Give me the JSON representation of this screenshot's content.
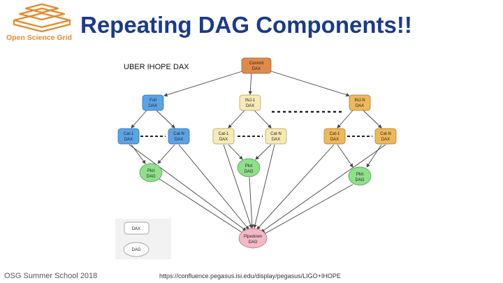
{
  "header": {
    "logo_text": "Open Science Grid",
    "title": "Repeating DAG Components!!"
  },
  "diagram": {
    "heading": "UBER IHOPE DAX",
    "nodes": {
      "commit": [
        "Commit",
        "DAX"
      ],
      "full": [
        "Full",
        "DAX"
      ],
      "inj1": [
        "INJ-1",
        "DAX"
      ],
      "injn": [
        "INJ-N",
        "DAX"
      ],
      "cat1_a": [
        "Cat-1",
        "DAX"
      ],
      "catn_a": [
        "Cat-N",
        "DAX"
      ],
      "cat1_b": [
        "Cat-1",
        "DAX"
      ],
      "catn_b": [
        "Cat-N",
        "DAX"
      ],
      "cat1_c": [
        "Cat-1",
        "DAX"
      ],
      "catn_c": [
        "Cat-N",
        "DAX"
      ],
      "plot_a": [
        "Plot",
        "DAG"
      ],
      "plot_b": [
        "Plot",
        "DAG"
      ],
      "plot_c": [
        "Plot",
        "DAG"
      ],
      "pipedown": [
        "Pipedown",
        "DAG"
      ]
    },
    "legend": {
      "dax": "DAX",
      "dag": "DAG"
    },
    "colors": {
      "commit": "#e08a4a",
      "blue": "#5aa4e6",
      "cream": "#f7eab4",
      "gold": "#efb85a",
      "green": "#8ee08a",
      "pink": "#f3b8c4"
    }
  },
  "footer": {
    "left": "OSG Summer School 2018",
    "url": "https://confluence.pegasus.isi.edu/display/pegasus/LIGO+IHOPE"
  }
}
